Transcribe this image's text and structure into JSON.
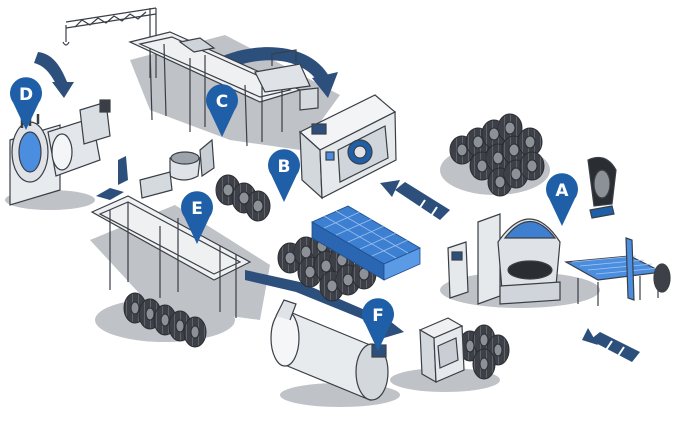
{
  "diagram": {
    "markers": [
      {
        "id": "A",
        "label": "A"
      },
      {
        "id": "B",
        "label": "B"
      },
      {
        "id": "C",
        "label": "C"
      },
      {
        "id": "D",
        "label": "D"
      },
      {
        "id": "E",
        "label": "E"
      },
      {
        "id": "F",
        "label": "F"
      }
    ],
    "colors": {
      "marker": "#1f5fa8",
      "flow_arrow": "#2c4f7c",
      "shadow": "#b9bcc0",
      "machine_body": "#e9ecef",
      "outline": "#3a3f46",
      "accent_blue": "#4b8ee0",
      "tire": "#3d4046"
    }
  }
}
